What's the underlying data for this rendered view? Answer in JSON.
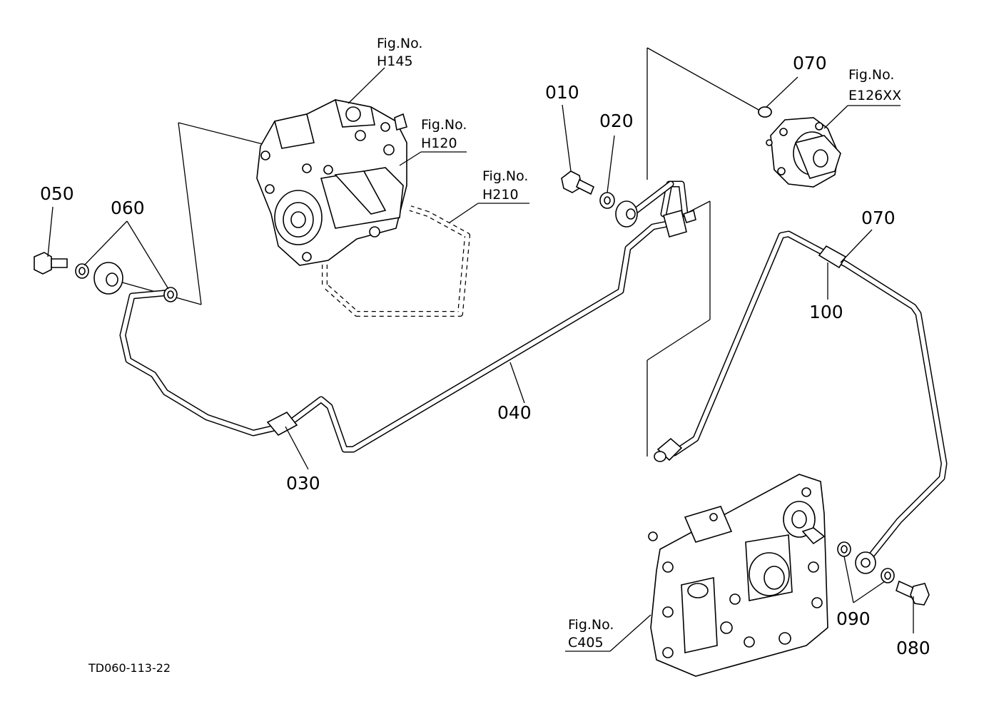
{
  "drawing_id": "TD060-113-22",
  "parts": [
    {
      "id": "p010",
      "label": "010"
    },
    {
      "id": "p020",
      "label": "020"
    },
    {
      "id": "p030",
      "label": "030"
    },
    {
      "id": "p040",
      "label": "040"
    },
    {
      "id": "p050",
      "label": "050"
    },
    {
      "id": "p060",
      "label": "060"
    },
    {
      "id": "p070a",
      "label": "070"
    },
    {
      "id": "p070b",
      "label": "070"
    },
    {
      "id": "p080",
      "label": "080"
    },
    {
      "id": "p090",
      "label": "090"
    },
    {
      "id": "p100",
      "label": "100"
    }
  ],
  "figure_refs": [
    {
      "id": "h145",
      "line1": "Fig.No.",
      "line2": "H145"
    },
    {
      "id": "h120",
      "line1": "Fig.No.",
      "line2": "H120"
    },
    {
      "id": "h210",
      "line1": "Fig.No.",
      "line2": "H210"
    },
    {
      "id": "e126xx",
      "line1": "Fig.No.",
      "line2": "E126XX"
    },
    {
      "id": "c405",
      "line1": "Fig.No.",
      "line2": "C405"
    }
  ]
}
